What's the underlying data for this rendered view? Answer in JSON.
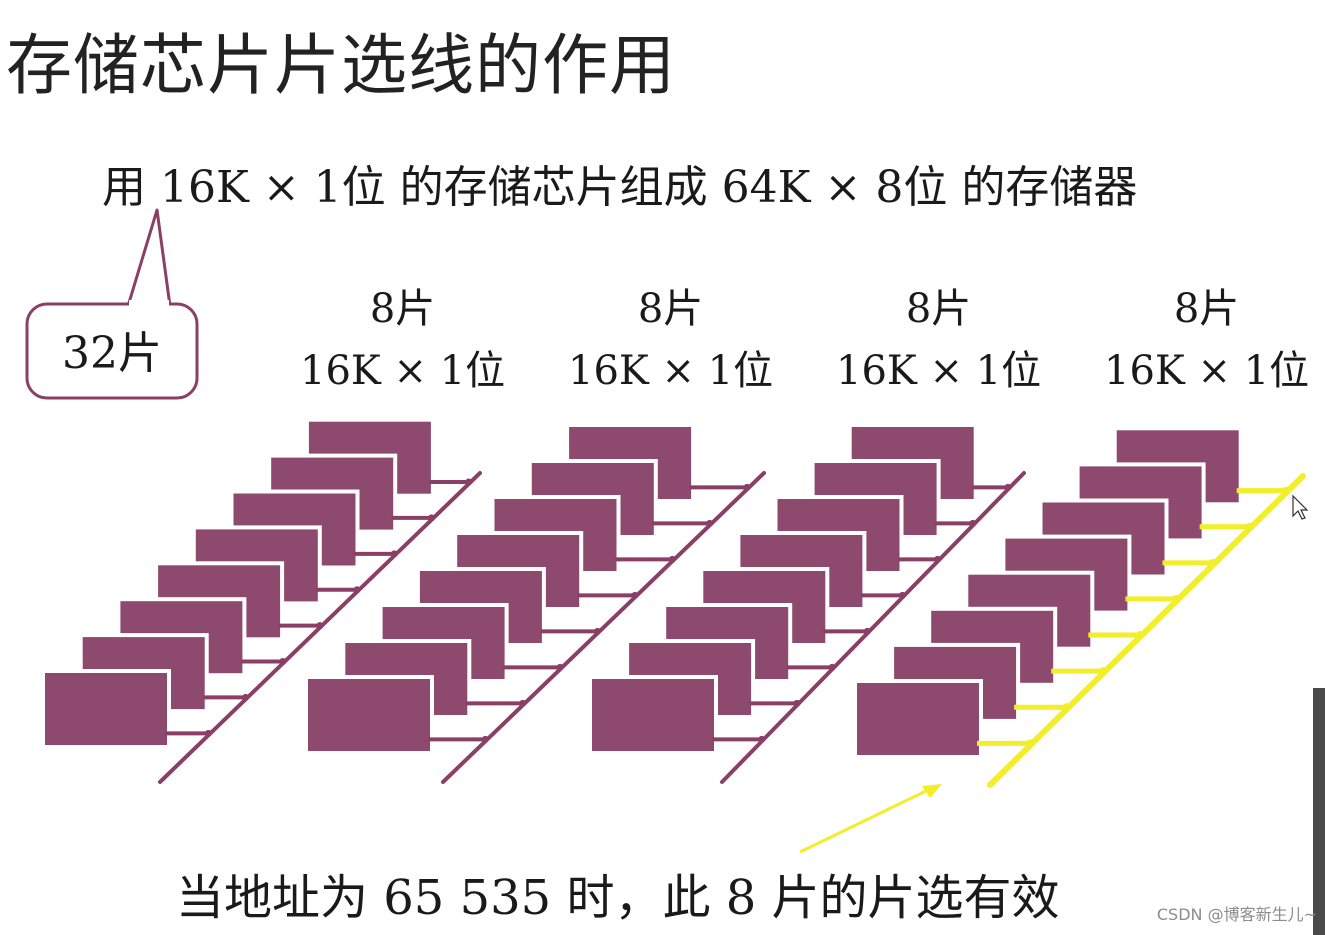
{
  "title": "存储芯片片选线的作用",
  "subtitle": "用 16K × 1位 的存储芯片组成 64K × 8位 的存储器",
  "callout": "32片",
  "groups": [
    {
      "count": "8片",
      "spec": "16K × 1位"
    },
    {
      "count": "8片",
      "spec": "16K × 1位"
    },
    {
      "count": "8片",
      "spec": "16K × 1位"
    },
    {
      "count": "8片",
      "spec": "16K × 1位"
    }
  ],
  "bottom_text": "当地址为 65 535 时，此 8 片的片选有效",
  "watermark": "CSDN @博客新生儿~",
  "colors": {
    "chip": "#8e4a6e",
    "chip_border": "#ffffff",
    "line": "#8a3f66",
    "active": "#f2ee2a",
    "callout_border": "#8a3f66"
  }
}
